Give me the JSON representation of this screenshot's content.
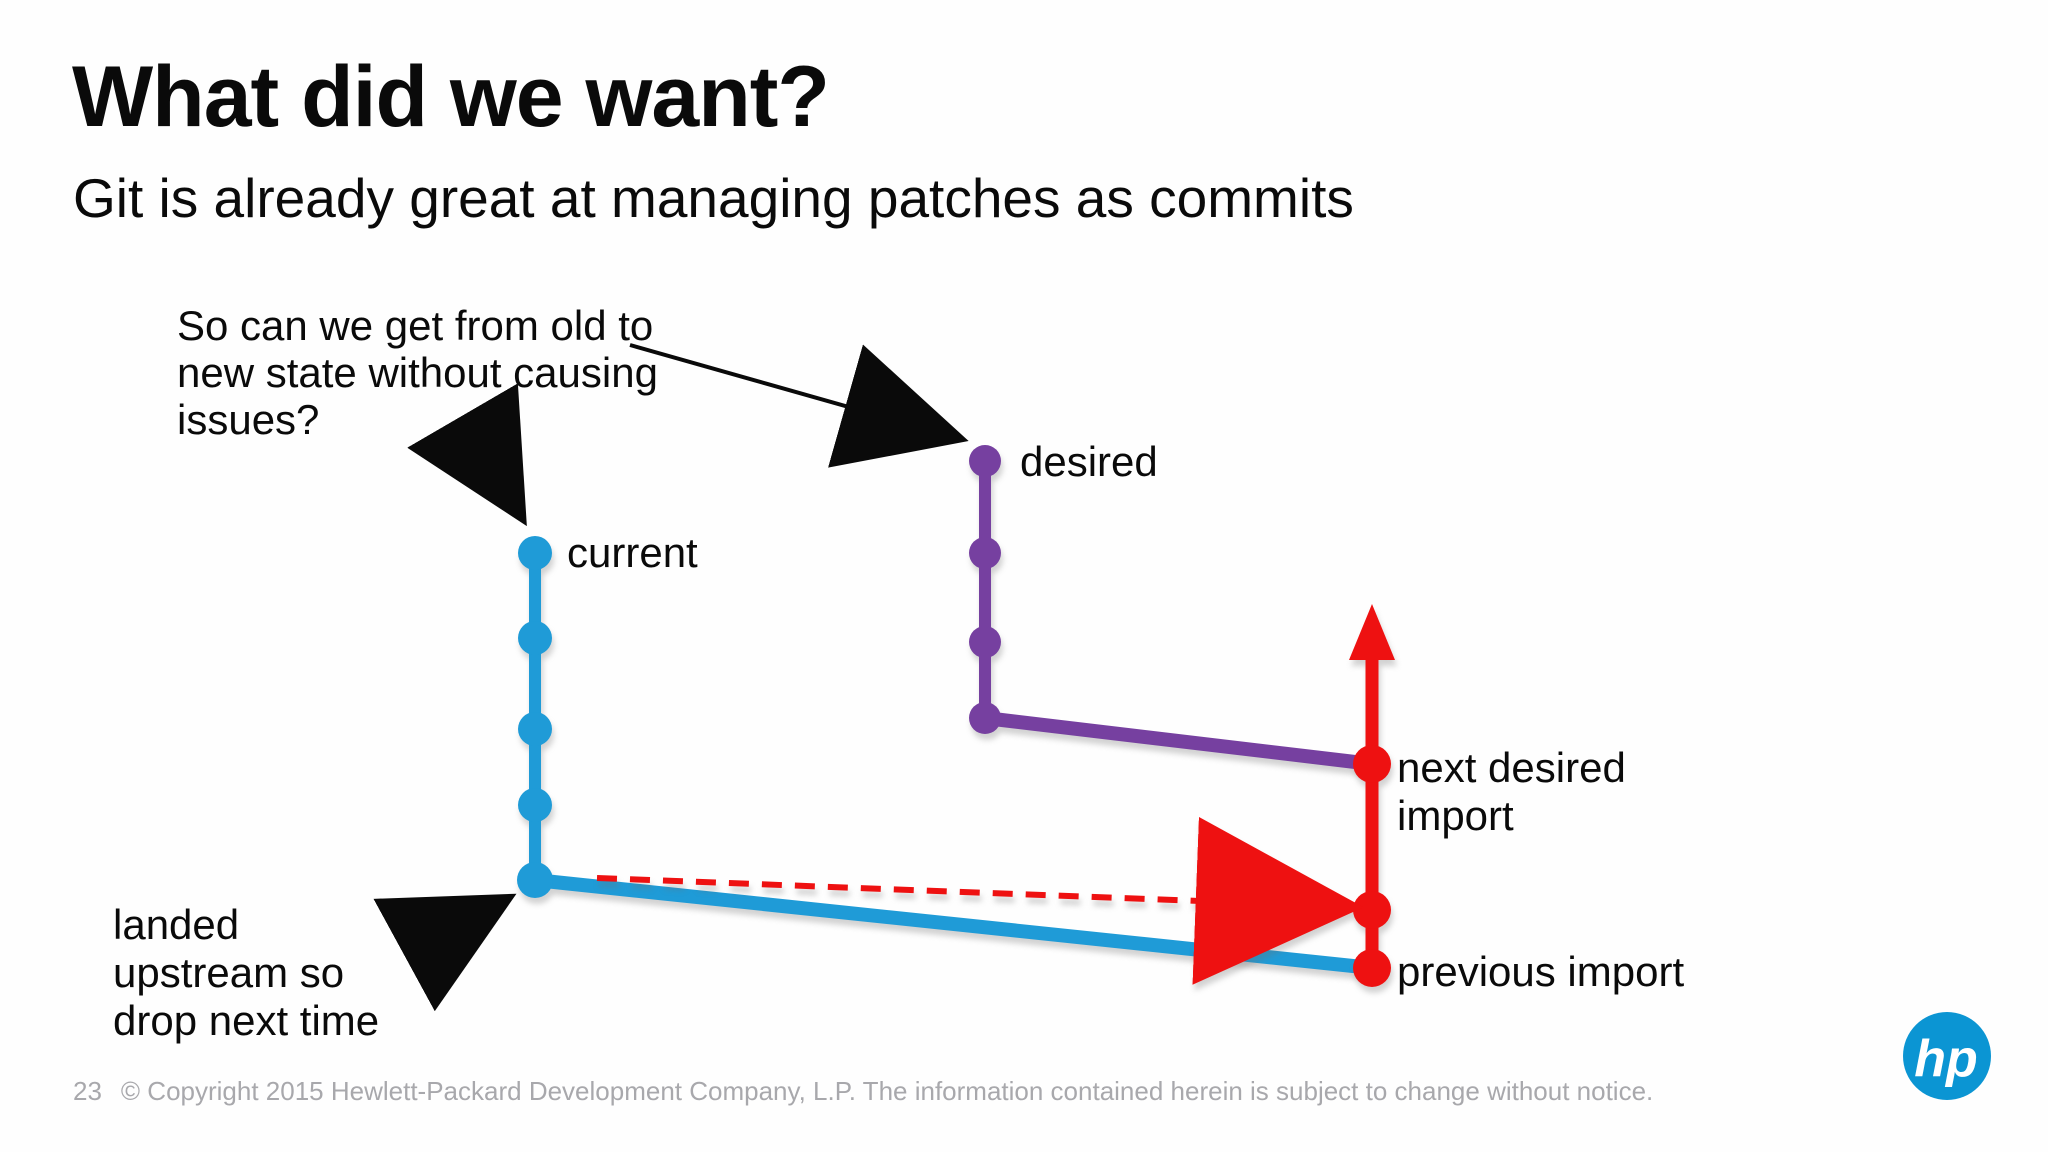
{
  "slide": {
    "title": "What did we want?",
    "subtitle": "Git is already great at managing patches as commits"
  },
  "diagram": {
    "annotation_question": "So can we get from old to\nnew state without causing\nissues?",
    "annotation_landed": "landed\nupstream so\ndrop next time",
    "branches": {
      "current": {
        "label": "current",
        "color": "#1f9bd7",
        "commit_count": 5
      },
      "desired": {
        "label": "desired",
        "color": "#7640a0",
        "commit_count": 4
      },
      "import": {
        "label_next": "next desired\nimport",
        "label_previous": "previous import",
        "color": "#ee1111",
        "commit_count": 3
      }
    },
    "colors": {
      "blue_branch": "#1f9bd7",
      "purple_branch": "#7640a0",
      "red_branch": "#ee1111",
      "annotation_arrows": "#0a0a0a"
    }
  },
  "footer": {
    "page_number": "23",
    "copyright": "© Copyright 2015 Hewlett-Packard Development Company, L.P.  The information contained herein is subject to change without notice."
  },
  "logo": {
    "text": "hp",
    "color": "#0b95d3"
  }
}
